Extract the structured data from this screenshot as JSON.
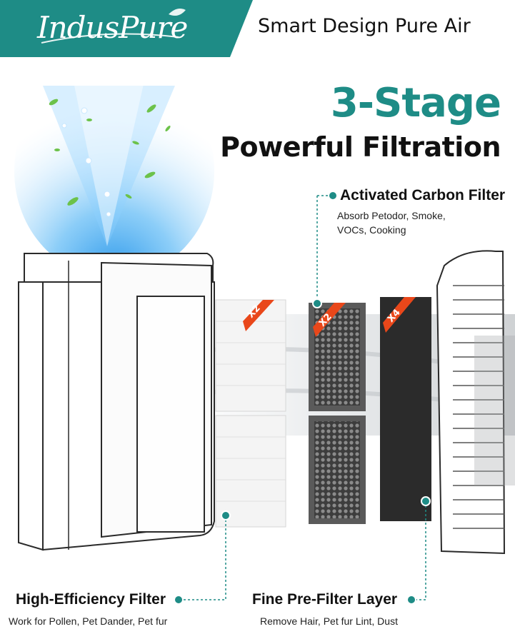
{
  "brand": {
    "logo_text": "IndusPure",
    "tagline": "Smart Design Pure Air",
    "accent_color": "#1e8c86"
  },
  "headline": {
    "line1": "3-Stage",
    "line2": "Powerful Filtration"
  },
  "filters": [
    {
      "badge": "X2",
      "name": "High-Efficiency Filter",
      "description": "Work for Pollen, Pet Dander, Pet fur"
    },
    {
      "badge": "X2",
      "name": "Activated Carbon Filter",
      "description_line1": "Absorb Petodor, Smoke,",
      "description_line2": "VOCs, Cooking"
    },
    {
      "badge": "X4",
      "name": "Fine Pre-Filter Layer",
      "description": "Remove Hair, Pet fur Lint, Dust"
    }
  ]
}
